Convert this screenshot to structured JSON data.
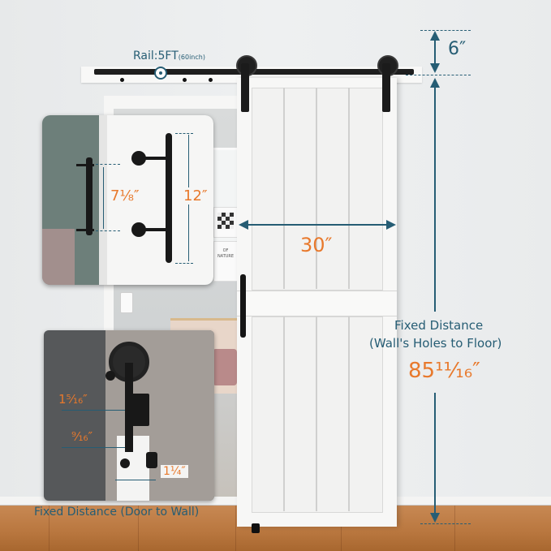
{
  "rail_label": "Rail:5FT",
  "rail_sub": "(60inch)",
  "dim_top": "6″",
  "dim_width": "30″",
  "handle_short": "7⅛″",
  "handle_long": "12″",
  "fixed_distance_line1": "Fixed Distance",
  "fixed_distance_line2": "(Wall's Holes to Floor)",
  "fixed_distance_value": "85¹¹⁄₁₆″",
  "offset_1": "1⁵⁄₁₆″",
  "offset_2": "⁹⁄₁₆″",
  "offset_3": "1¼″",
  "door_to_wall": "Fixed Distance (Door to Wall)",
  "art_text": "OF NATURE",
  "colors": {
    "accent_orange": "#e8792c",
    "dimension_teal": "#265d74"
  }
}
